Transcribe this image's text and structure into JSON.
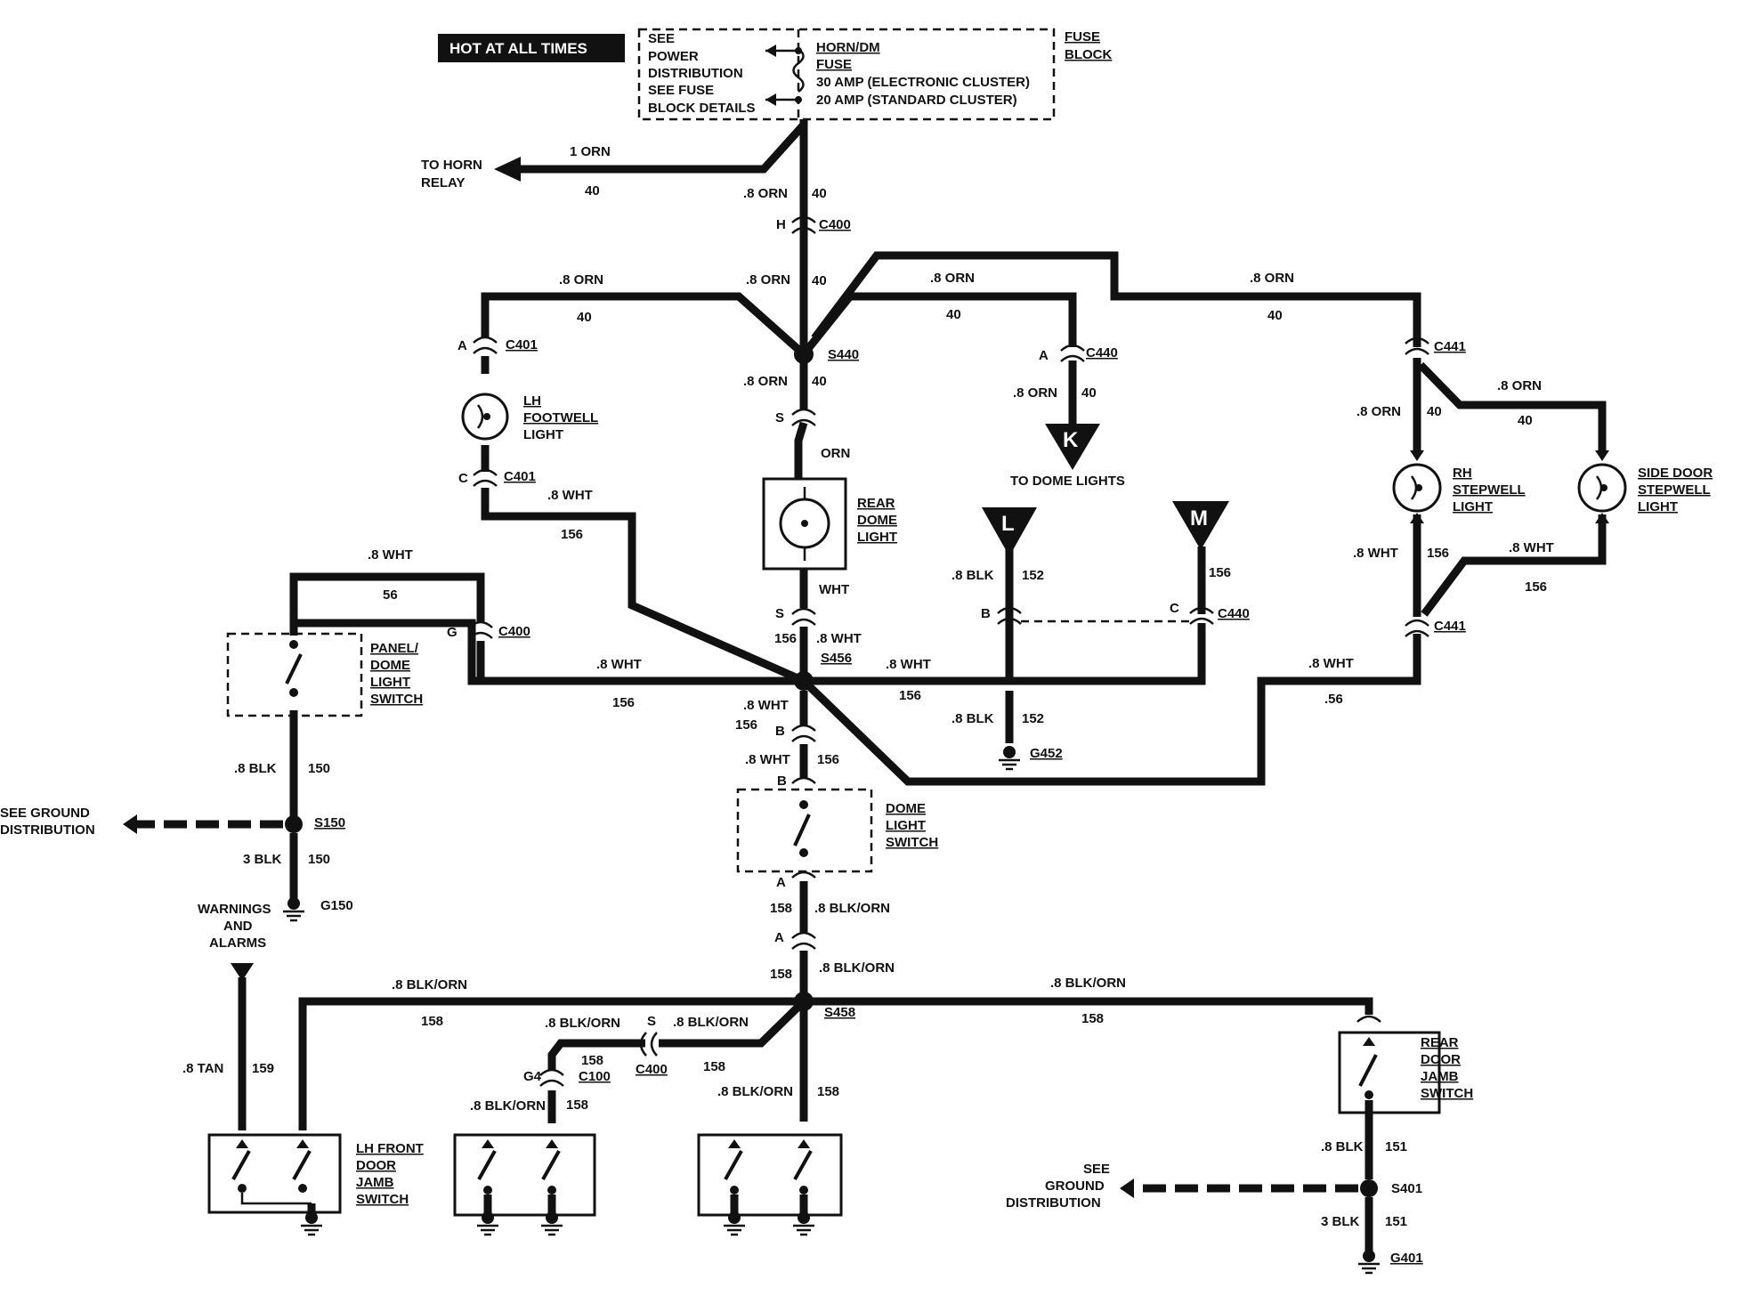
{
  "header": {
    "hot_label": "HOT AT ALL TIMES",
    "see_power_lines": [
      "SEE",
      "POWER",
      "DISTRIBUTION",
      "SEE FUSE",
      "BLOCK DETAILS"
    ],
    "fuse_lines": [
      "HORN/DM",
      "FUSE",
      "30 AMP (ELECTRONIC CLUSTER)",
      "20 AMP (STANDARD CLUSTER)"
    ],
    "fuse_block_lines": [
      "FUSE",
      "BLOCK"
    ]
  },
  "horn": {
    "label_lines": [
      "TO HORN",
      "RELAY"
    ],
    "wire": "1 ORN",
    "circuit": "40"
  },
  "connectors": {
    "c400": "C400",
    "c401": "C401",
    "c440": "C440",
    "c441": "C441",
    "c100": "C100",
    "s440": "S440",
    "s456": "S456",
    "s458": "S458",
    "s150": "S150",
    "s401": "S401",
    "g150": "G150",
    "g452": "G452",
    "g401": "G401",
    "pin_h": "H",
    "pin_a": "A",
    "pin_c": "C",
    "pin_s": "S",
    "pin_g": "G",
    "pin_b": "B",
    "pin_g4": "G4"
  },
  "wires": {
    "orn_08": ".8 ORN",
    "wht_08": ".8 WHT",
    "wht": "WHT",
    "orn": "ORN",
    "blk_08": ".8 BLK",
    "blk_3": "3 BLK",
    "blkorn_08": ".8 BLK/ORN",
    "tan_08": ".8 TAN",
    "c40": "40",
    "c56": "56",
    "c56b": ".56",
    "c156": "156",
    "c150": "150",
    "c152": "152",
    "c158": "158",
    "c159": "159",
    "c151": "151"
  },
  "components": {
    "lh_footwell": [
      "LH",
      "FOOTWELL",
      "LIGHT"
    ],
    "rear_dome": [
      "REAR",
      "DOME",
      "LIGHT"
    ],
    "rh_stepwell": [
      "RH",
      "STEPWELL",
      "LIGHT"
    ],
    "side_door_stepwell": [
      "SIDE DOOR",
      "STEPWELL",
      "LIGHT"
    ],
    "panel_dome_switch": [
      "PANEL/",
      "DOME",
      "LIGHT",
      "SWITCH"
    ],
    "dome_light_switch": [
      "DOME",
      "LIGHT",
      "SWITCH"
    ],
    "lh_front_door_jamb": [
      "LH FRONT",
      "DOOR",
      "JAMB",
      "SWITCH"
    ],
    "rear_door_jamb": [
      "REAR",
      "DOOR",
      "JAMB",
      "SWITCH"
    ]
  },
  "offpage": {
    "k": "K",
    "l": "L",
    "m": "M",
    "to_dome_lights": "TO DOME LIGHTS",
    "see_ground_left": [
      "SEE GROUND",
      "DISTRIBUTION"
    ],
    "see_ground_right": [
      "SEE",
      "GROUND",
      "DISTRIBUTION"
    ],
    "warnings": [
      "WARNINGS",
      "AND",
      "ALARMS"
    ]
  }
}
